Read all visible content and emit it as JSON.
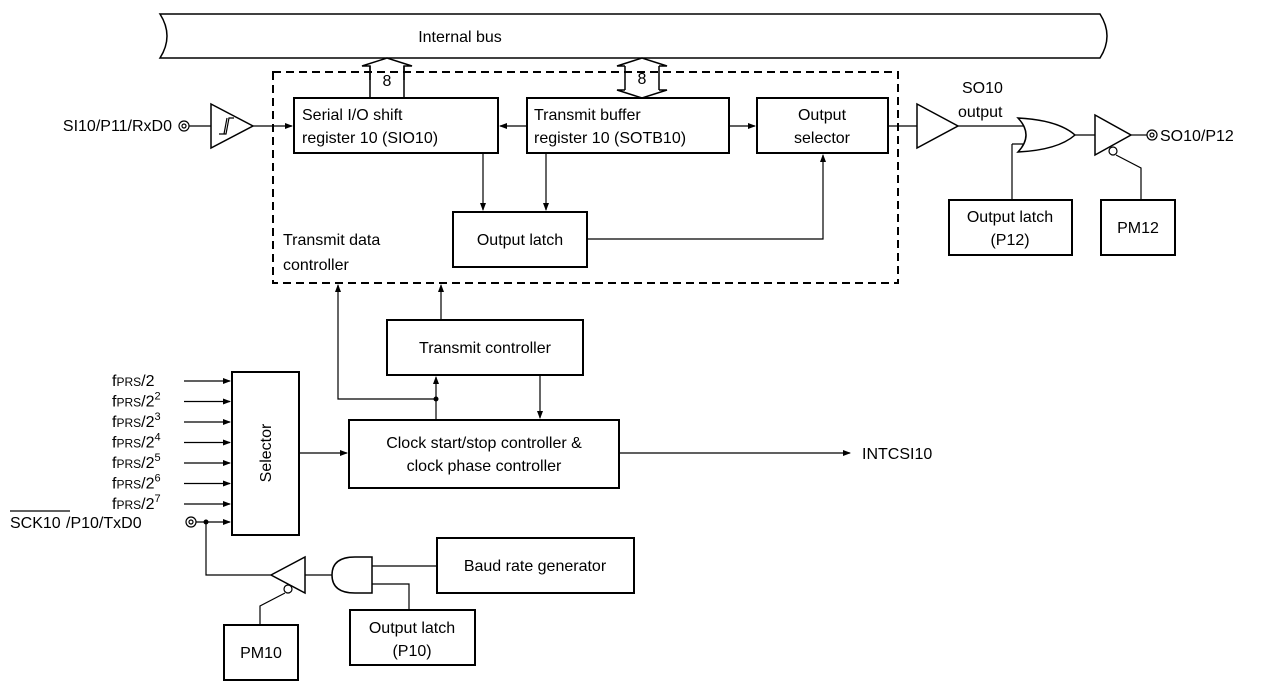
{
  "colors": {
    "line": "#000000",
    "background": "#ffffff"
  },
  "bus": {
    "label": "Internal bus",
    "width_a": "8",
    "width_b": "8"
  },
  "blocks": {
    "sio_shift": [
      "Serial I/O shift",
      "register 10 (SIO10)"
    ],
    "transmit_buffer": [
      "Transmit buffer",
      "register 10 (SOTB10)"
    ],
    "output_selector": [
      "Output",
      "selector"
    ],
    "output_latch_inner": "Output latch",
    "transmit_data_controller": [
      "Transmit data",
      "controller"
    ],
    "transmit_controller": "Transmit controller",
    "clock_controller": [
      "Clock start/stop controller &",
      "clock phase controller"
    ],
    "selector": "Selector",
    "baud_rate_generator": "Baud rate generator",
    "output_latch_p12": [
      "Output latch",
      "(P12)"
    ],
    "pm12": "PM12",
    "output_latch_p10": [
      "Output latch",
      "(P10)"
    ],
    "pm10": "PM10"
  },
  "pins": {
    "si10": "SI10/P11/RxD0",
    "so10": "SO10/P12",
    "sck10_overbar": "SCK10",
    "sck10_rest": "/P10/TxD0",
    "intcsi10": "INTCSI10",
    "so10_output": [
      "SO10",
      "output"
    ]
  },
  "clock_inputs": [
    {
      "f": "f",
      "sub": "PRS",
      "base": "/2",
      "exp": ""
    },
    {
      "f": "f",
      "sub": "PRS",
      "base": "/2",
      "exp": "2"
    },
    {
      "f": "f",
      "sub": "PRS",
      "base": "/2",
      "exp": "3"
    },
    {
      "f": "f",
      "sub": "PRS",
      "base": "/2",
      "exp": "4"
    },
    {
      "f": "f",
      "sub": "PRS",
      "base": "/2",
      "exp": "5"
    },
    {
      "f": "f",
      "sub": "PRS",
      "base": "/2",
      "exp": "6"
    },
    {
      "f": "f",
      "sub": "PRS",
      "base": "/2",
      "exp": "7"
    }
  ]
}
